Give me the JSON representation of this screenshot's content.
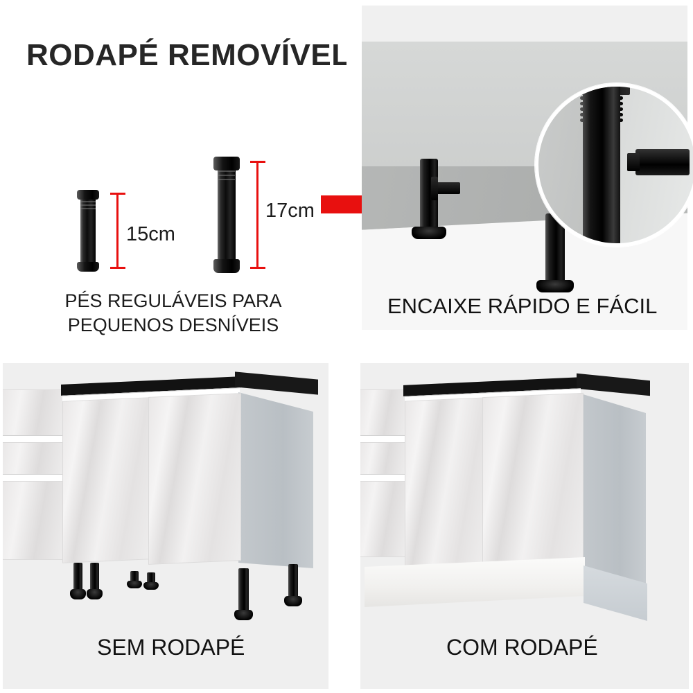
{
  "headline": "RODAPÉ REMOVÍVEL",
  "colors": {
    "accent_red": "#E8100F",
    "text_dark": "#231F20",
    "panel_bg": "#EFEFEF",
    "countertop_black": "#121212",
    "cabinet_side_gray": "#C0C6CB",
    "door_white": "#EFEDED"
  },
  "features_panel": {
    "name": "adjustable-feet-diagram",
    "feet": [
      {
        "id": "foot-short",
        "measure_label": "15cm",
        "height_cm": 15
      },
      {
        "id": "foot-tall",
        "measure_label": "17cm",
        "height_cm": 17
      }
    ],
    "caption": "PÉS REGULÁVEIS PARA\nPEQUENOS DESNÍVEIS"
  },
  "arrow": {
    "name": "red-right-arrow",
    "direction": "right"
  },
  "attach_panel": {
    "caption": "ENCAIXE RÁPIDO E FÁCIL",
    "magnifier_label": "zoom-detail-leg-clip"
  },
  "comparison": {
    "without": {
      "caption": "SEM RODAPÉ",
      "legs_visible": true
    },
    "with": {
      "caption": "COM RODAPÉ",
      "legs_visible": false
    }
  }
}
